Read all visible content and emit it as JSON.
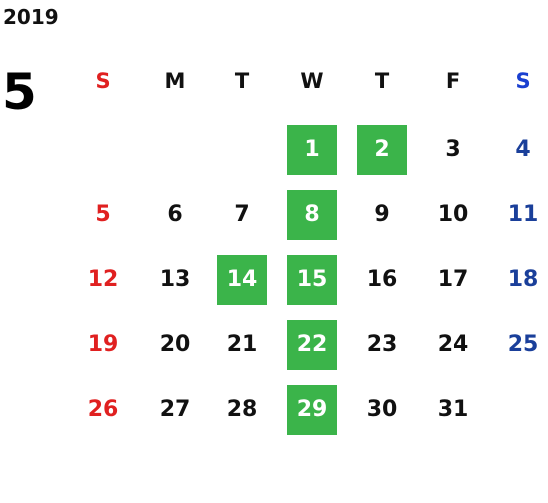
{
  "year": "2019",
  "month": "5",
  "weekdays": [
    "S",
    "M",
    "T",
    "W",
    "T",
    "F",
    "S"
  ],
  "highlighted_days": [
    "1",
    "2",
    "8",
    "14",
    "15",
    "22",
    "29"
  ],
  "colors": {
    "highlight": "#3bb44a",
    "sunday": "#e02020",
    "saturday": "#1a3f9a",
    "text": "#111111"
  },
  "weeks": [
    [
      "",
      "",
      "",
      "1",
      "2",
      "3",
      "4"
    ],
    [
      "5",
      "6",
      "7",
      "8",
      "9",
      "10",
      "11"
    ],
    [
      "12",
      "13",
      "14",
      "15",
      "16",
      "17",
      "18"
    ],
    [
      "19",
      "20",
      "21",
      "22",
      "23",
      "24",
      "25"
    ],
    [
      "26",
      "27",
      "28",
      "29",
      "30",
      "31",
      ""
    ]
  ]
}
